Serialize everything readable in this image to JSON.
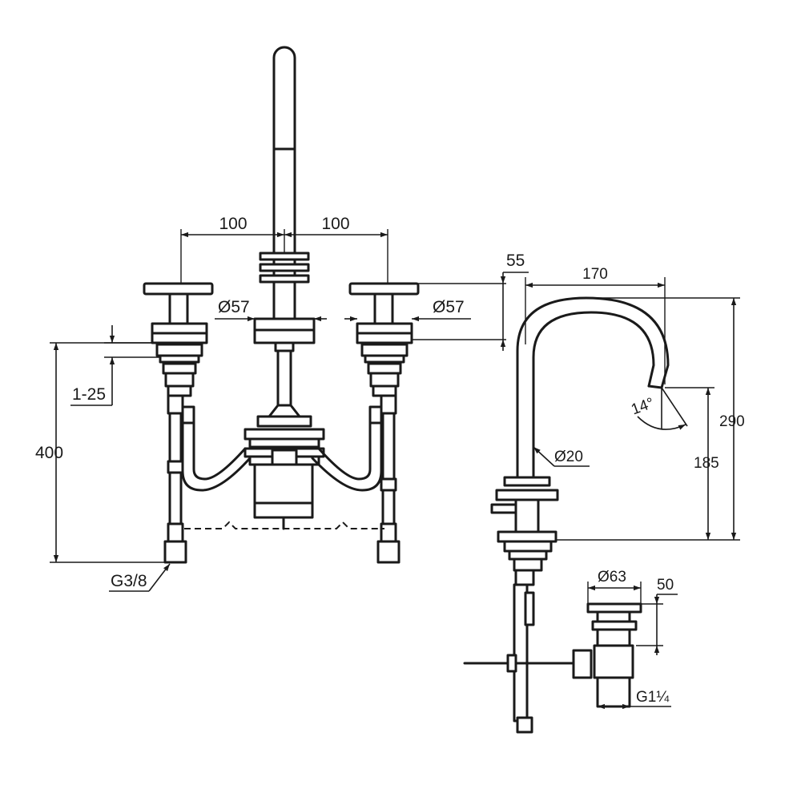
{
  "dimensions": {
    "spacing_left": "100",
    "spacing_right": "100",
    "diameter_left_handle": "Ø57",
    "diameter_right_handle": "Ø57",
    "handle_height": "55",
    "clamp_range": "1-25",
    "connection_length": "400",
    "thread_supply": "G3/8",
    "spout_reach": "170",
    "total_height": "290",
    "spout_outlet_height": "185",
    "spout_angle": "14°",
    "spout_diameter": "Ø20",
    "waste_diameter": "Ø63",
    "waste_height": "50",
    "thread_waste": "G1¼"
  }
}
